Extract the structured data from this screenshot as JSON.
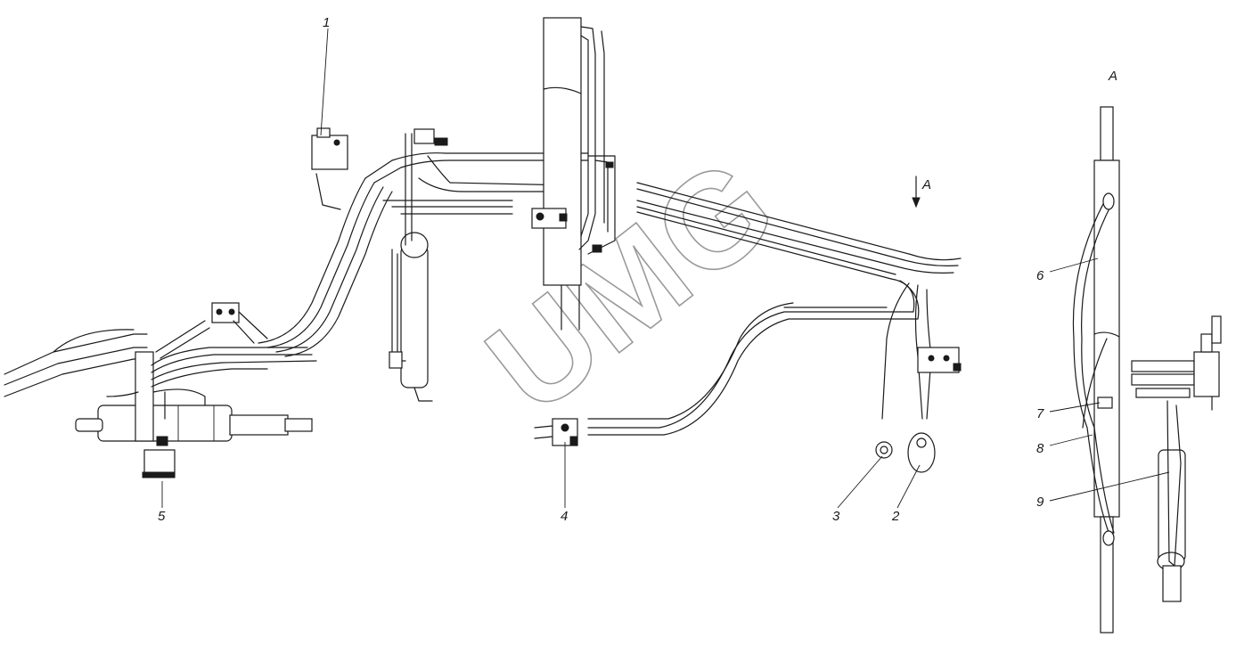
{
  "callouts": {
    "c1": "1",
    "c2": "2",
    "c3": "3",
    "c4": "4",
    "c5": "5",
    "c6": "6",
    "c7": "7",
    "c8": "8",
    "c9": "9"
  },
  "view_markers": {
    "arrow_label": "A",
    "view_title": "A"
  },
  "watermark": {
    "text": "UMG",
    "color": "#9a9a9a"
  },
  "colors": {
    "line": "#1a1a1a",
    "background": "#ffffff"
  }
}
